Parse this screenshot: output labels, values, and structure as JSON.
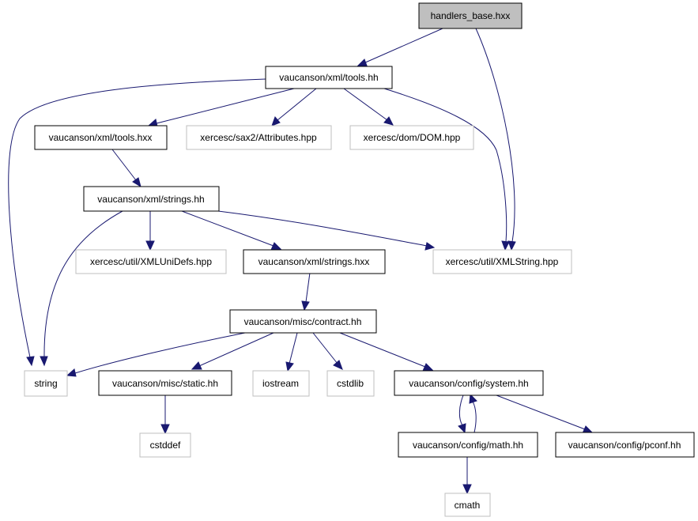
{
  "colors": {
    "edge": "#191970",
    "root_fill": "#bfbfbf",
    "node_border": "#000000",
    "external_border": "#bfbfbf"
  },
  "nodes": {
    "handlers_base_hxx": "handlers_base.hxx",
    "tools_hh": "vaucanson/xml/tools.hh",
    "tools_hxx": "vaucanson/xml/tools.hxx",
    "attributes_hpp": "xercesc/sax2/Attributes.hpp",
    "dom_hpp": "xercesc/dom/DOM.hpp",
    "strings_hh": "vaucanson/xml/strings.hh",
    "xmlunidefs_hpp": "xercesc/util/XMLUniDefs.hpp",
    "strings_hxx": "vaucanson/xml/strings.hxx",
    "xmlstring_hpp": "xercesc/util/XMLString.hpp",
    "contract_hh": "vaucanson/misc/contract.hh",
    "string": "string",
    "static_hh": "vaucanson/misc/static.hh",
    "iostream": "iostream",
    "cstdlib": "cstdlib",
    "system_hh": "vaucanson/config/system.hh",
    "cstddef": "cstddef",
    "math_hh": "vaucanson/config/math.hh",
    "pconf_hh": "vaucanson/config/pconf.hh",
    "cmath": "cmath"
  }
}
